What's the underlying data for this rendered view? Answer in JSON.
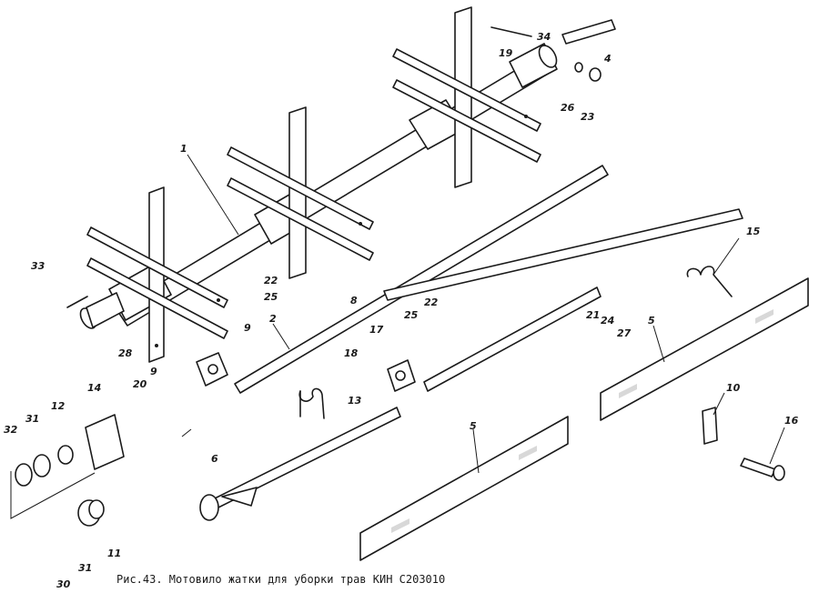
{
  "caption": "Рис.43. Мотовило жатки для уборки трав КИН С203010",
  "labels": [
    {
      "id": "l1",
      "text": "1"
    },
    {
      "id": "l2",
      "text": "2"
    },
    {
      "id": "l4",
      "text": "4"
    },
    {
      "id": "l5a",
      "text": "5"
    },
    {
      "id": "l5b",
      "text": "5"
    },
    {
      "id": "l6",
      "text": "6"
    },
    {
      "id": "l8",
      "text": "8"
    },
    {
      "id": "l9a",
      "text": "9"
    },
    {
      "id": "l9b",
      "text": "9"
    },
    {
      "id": "l10",
      "text": "10"
    },
    {
      "id": "l11",
      "text": "11"
    },
    {
      "id": "l12",
      "text": "12"
    },
    {
      "id": "l13",
      "text": "13"
    },
    {
      "id": "l14",
      "text": "14"
    },
    {
      "id": "l15",
      "text": "15"
    },
    {
      "id": "l16",
      "text": "16"
    },
    {
      "id": "l17",
      "text": "17"
    },
    {
      "id": "l18",
      "text": "18"
    },
    {
      "id": "l19",
      "text": "19"
    },
    {
      "id": "l20",
      "text": "20"
    },
    {
      "id": "l21",
      "text": "21"
    },
    {
      "id": "l22a",
      "text": "22"
    },
    {
      "id": "l22b",
      "text": "22"
    },
    {
      "id": "l23",
      "text": "23"
    },
    {
      "id": "l24",
      "text": "24"
    },
    {
      "id": "l25a",
      "text": "25"
    },
    {
      "id": "l25b",
      "text": "25"
    },
    {
      "id": "l26",
      "text": "26"
    },
    {
      "id": "l27",
      "text": "27"
    },
    {
      "id": "l28",
      "text": "28"
    },
    {
      "id": "l30",
      "text": "30"
    },
    {
      "id": "l31a",
      "text": "31"
    },
    {
      "id": "l31b",
      "text": "31"
    },
    {
      "id": "l32",
      "text": "32"
    },
    {
      "id": "l33",
      "text": "33"
    },
    {
      "id": "l34",
      "text": "34"
    }
  ]
}
